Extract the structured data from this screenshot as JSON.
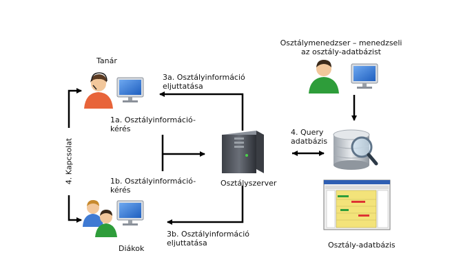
{
  "labels": {
    "teacher": "Tanár",
    "students": "Diákok",
    "manager_line1": "Osztálymenedzser – menedzseli",
    "manager_line2": "az osztály-adatbázist",
    "server": "Osztályszerver",
    "database": "Osztály-adatbázis",
    "step_1a_line1": "1a. Osztályinformáció-",
    "step_1a_line2": "kérés",
    "step_1b_line1": "1b. Osztályinformáció-",
    "step_1b_line2": "kérés",
    "step_3a_line1": "3a. Osztályinformáció",
    "step_3a_line2": "eljuttatása",
    "step_3b_line1": "3b. Osztályinformáció",
    "step_3b_line2": "eljuttatása",
    "step_4q_line1": "4. Query",
    "step_4q_line2": "adatbázis",
    "connection": "4. Kapcsolat"
  },
  "colors": {
    "arrow": "#000000",
    "teacher_body": "#e8643a",
    "manager_body": "#2e9d3a",
    "student_shirt_a": "#3f7ad3",
    "student_shirt_b": "#2e9d3a",
    "monitor_screen": "#3a7fd6",
    "table_highlight": "#f3e37a"
  },
  "icons": [
    "teacher-icon",
    "students-icon",
    "manager-icon",
    "server-icon",
    "database-search-icon",
    "database-screenshot-icon"
  ]
}
